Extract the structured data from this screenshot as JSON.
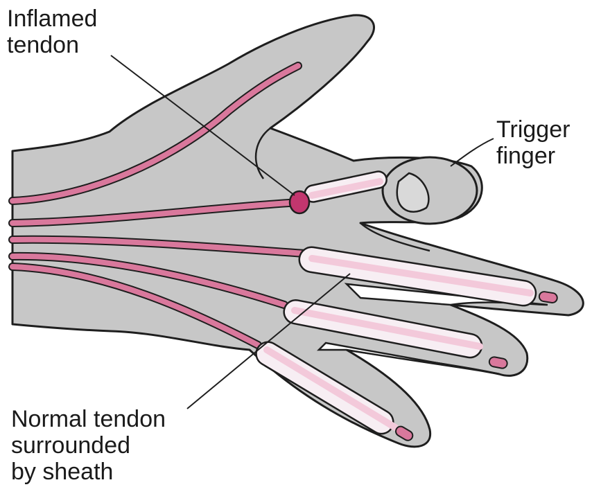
{
  "labels": {
    "inflamed_tendon": "Inflamed\ntendon",
    "trigger_finger": "Trigger\nfinger",
    "normal_tendon": "Normal tendon\nsurrounded\nby sheath"
  },
  "colors": {
    "skin_fill": "#c7c7c7",
    "outline": "#1e1e1e",
    "tendon": "#d9789c",
    "tendon_light": "#f3c9da",
    "sheath": "#f7eef3",
    "nodule": "#c2366e"
  }
}
